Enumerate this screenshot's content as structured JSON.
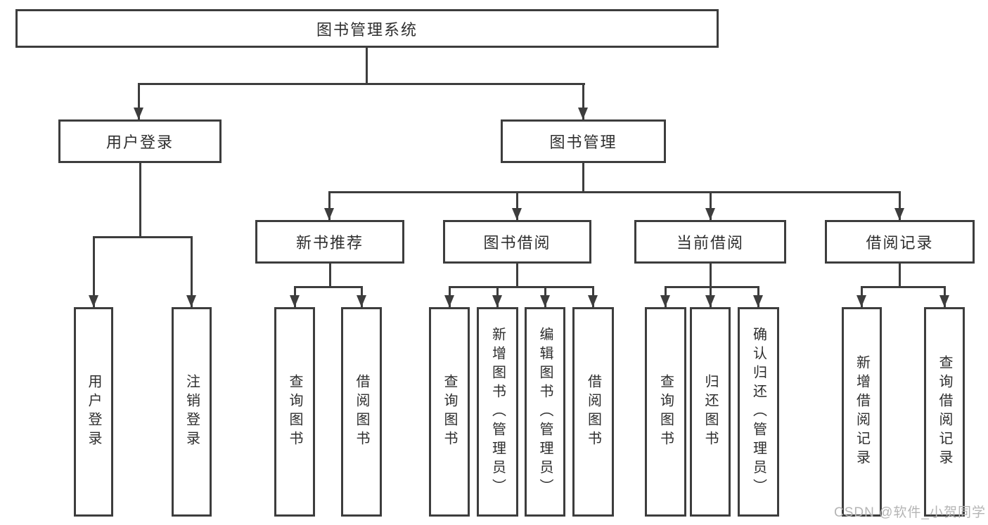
{
  "diagram": {
    "type": "hierarchy-tree",
    "root": {
      "label": "图书管理系统"
    },
    "level2": [
      {
        "label": "用户登录",
        "parent": "图书管理系统"
      },
      {
        "label": "图书管理",
        "parent": "图书管理系统"
      }
    ],
    "level3": [
      {
        "label": "新书推荐",
        "parent": "图书管理"
      },
      {
        "label": "图书借阅",
        "parent": "图书管理"
      },
      {
        "label": "当前借阅",
        "parent": "图书管理"
      },
      {
        "label": "借阅记录",
        "parent": "图书管理"
      }
    ],
    "leaves": [
      {
        "label": "用户登录",
        "parent": "用户登录"
      },
      {
        "label": "注销登录",
        "parent": "用户登录"
      },
      {
        "label": "查询图书",
        "parent": "新书推荐"
      },
      {
        "label": "借阅图书",
        "parent": "新书推荐"
      },
      {
        "label": "查询图书",
        "parent": "图书借阅"
      },
      {
        "label": "新增图书（管理员）",
        "parent": "图书借阅"
      },
      {
        "label": "编辑图书（管理员）",
        "parent": "图书借阅"
      },
      {
        "label": "借阅图书",
        "parent": "图书借阅"
      },
      {
        "label": "查询图书",
        "parent": "当前借阅"
      },
      {
        "label": "归还图书",
        "parent": "当前借阅"
      },
      {
        "label": "确认归还（管理员）",
        "parent": "当前借阅"
      },
      {
        "label": "新增借阅记录",
        "parent": "借阅记录"
      },
      {
        "label": "查询借阅记录",
        "parent": "借阅记录"
      }
    ],
    "watermark": "CSDN @软件_小贺同学",
    "colors": {
      "line": "#3d3d3d",
      "background": "#ffffff",
      "watermark_text": "#b5b5b5"
    }
  }
}
